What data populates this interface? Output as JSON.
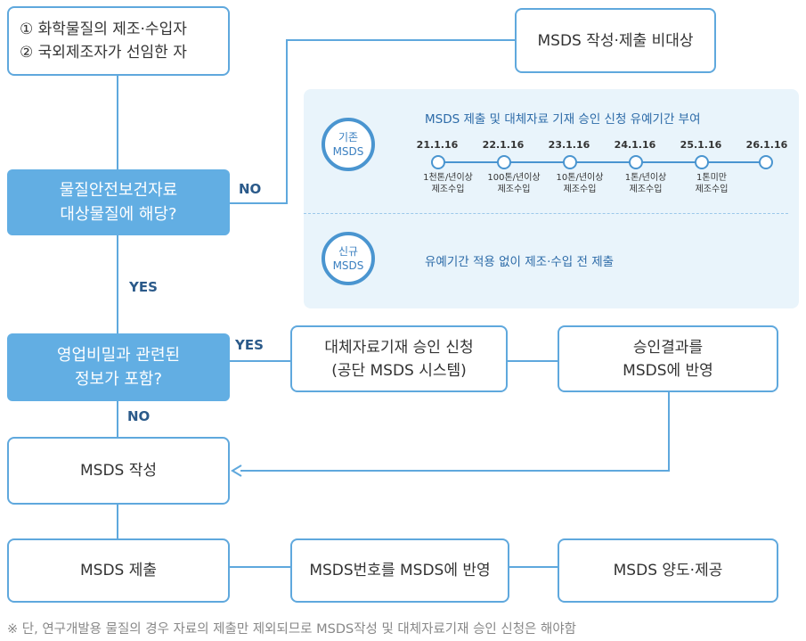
{
  "nodes": {
    "manufacturer": {
      "line1": "① 화학물질의 제조·수입자",
      "line2": "② 국외제조자가 선임한 자"
    },
    "not_target": "MSDS 작성·제출 비대상",
    "decision1": {
      "line1": "물질안전보건자료",
      "line2": "대상물질에 해당?"
    },
    "decision2": {
      "line1": "영업비밀과 관련된",
      "line2": "정보가 포함?"
    },
    "apply": {
      "line1": "대체자료기재 승인 신청",
      "line2": "(공단 MSDS 시스템)"
    },
    "reflect": {
      "line1": "승인결과를",
      "line2": "MSDS에 반영"
    },
    "write": "MSDS 작성",
    "submit": "MSDS 제출",
    "number": "MSDS번호를 MSDS에 반영",
    "transfer": "MSDS 양도·제공"
  },
  "labels": {
    "no1": "NO",
    "yes1": "YES",
    "yes2": "YES",
    "no2": "NO"
  },
  "panel": {
    "existing": {
      "line1": "기존",
      "line2": "MSDS"
    },
    "title": "MSDS 제출 및 대체자료 기재 승인 신청 유예기간 부여",
    "timeline": [
      {
        "date": "21.1.16",
        "cap1": "1천톤/년이상",
        "cap2": "제조수입"
      },
      {
        "date": "22.1.16",
        "cap1": "100톤/년이상",
        "cap2": "제조수입"
      },
      {
        "date": "23.1.16",
        "cap1": "10톤/년이상",
        "cap2": "제조수입"
      },
      {
        "date": "24.1.16",
        "cap1": "1톤/년이상",
        "cap2": "제조수입"
      },
      {
        "date": "25.1.16",
        "cap1": "1톤미만",
        "cap2": "제조수입"
      },
      {
        "date": "26.1.16",
        "cap1": "",
        "cap2": ""
      }
    ],
    "new": {
      "line1": "신규",
      "line2": "MSDS"
    },
    "new_text": "유예기간 적용 없이 제조·수입 전 제출"
  },
  "footnote": "※ 단, 연구개발용 물질의 경우 자료의 제출만 제외되므로 MSDS작성 및 대체자료기재 승인 신청은 해야함",
  "colors": {
    "accent": "#62aee3",
    "border": "#5fa8dd",
    "panel_bg": "#e9f4fb",
    "label": "#2b5a8a"
  }
}
